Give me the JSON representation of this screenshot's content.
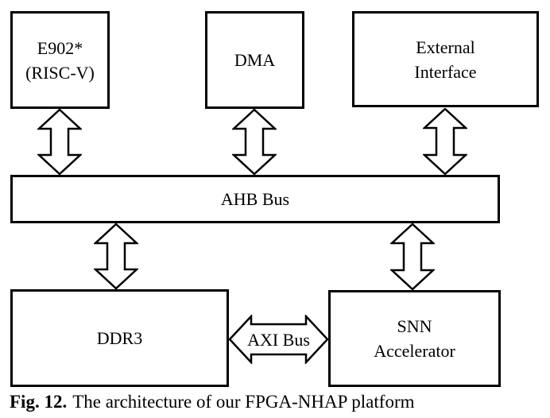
{
  "diagram": {
    "e902": {
      "line1": "E902*",
      "line2": "(RISC-V)"
    },
    "dma": {
      "label": "DMA"
    },
    "external": {
      "line1": "External",
      "line2": "Interface"
    },
    "ahb": {
      "label": "AHB Bus"
    },
    "ddr3": {
      "label": "DDR3"
    },
    "snn": {
      "line1": "SNN",
      "line2": "Accelerator"
    },
    "axi": {
      "label": "AXI Bus"
    }
  },
  "caption": {
    "figure": "Fig. 12.",
    "text": "The architecture of our FPGA-NHAP platform"
  },
  "colors": {
    "stroke": "#000000",
    "fill": "#ffffff",
    "text": "#000000"
  }
}
